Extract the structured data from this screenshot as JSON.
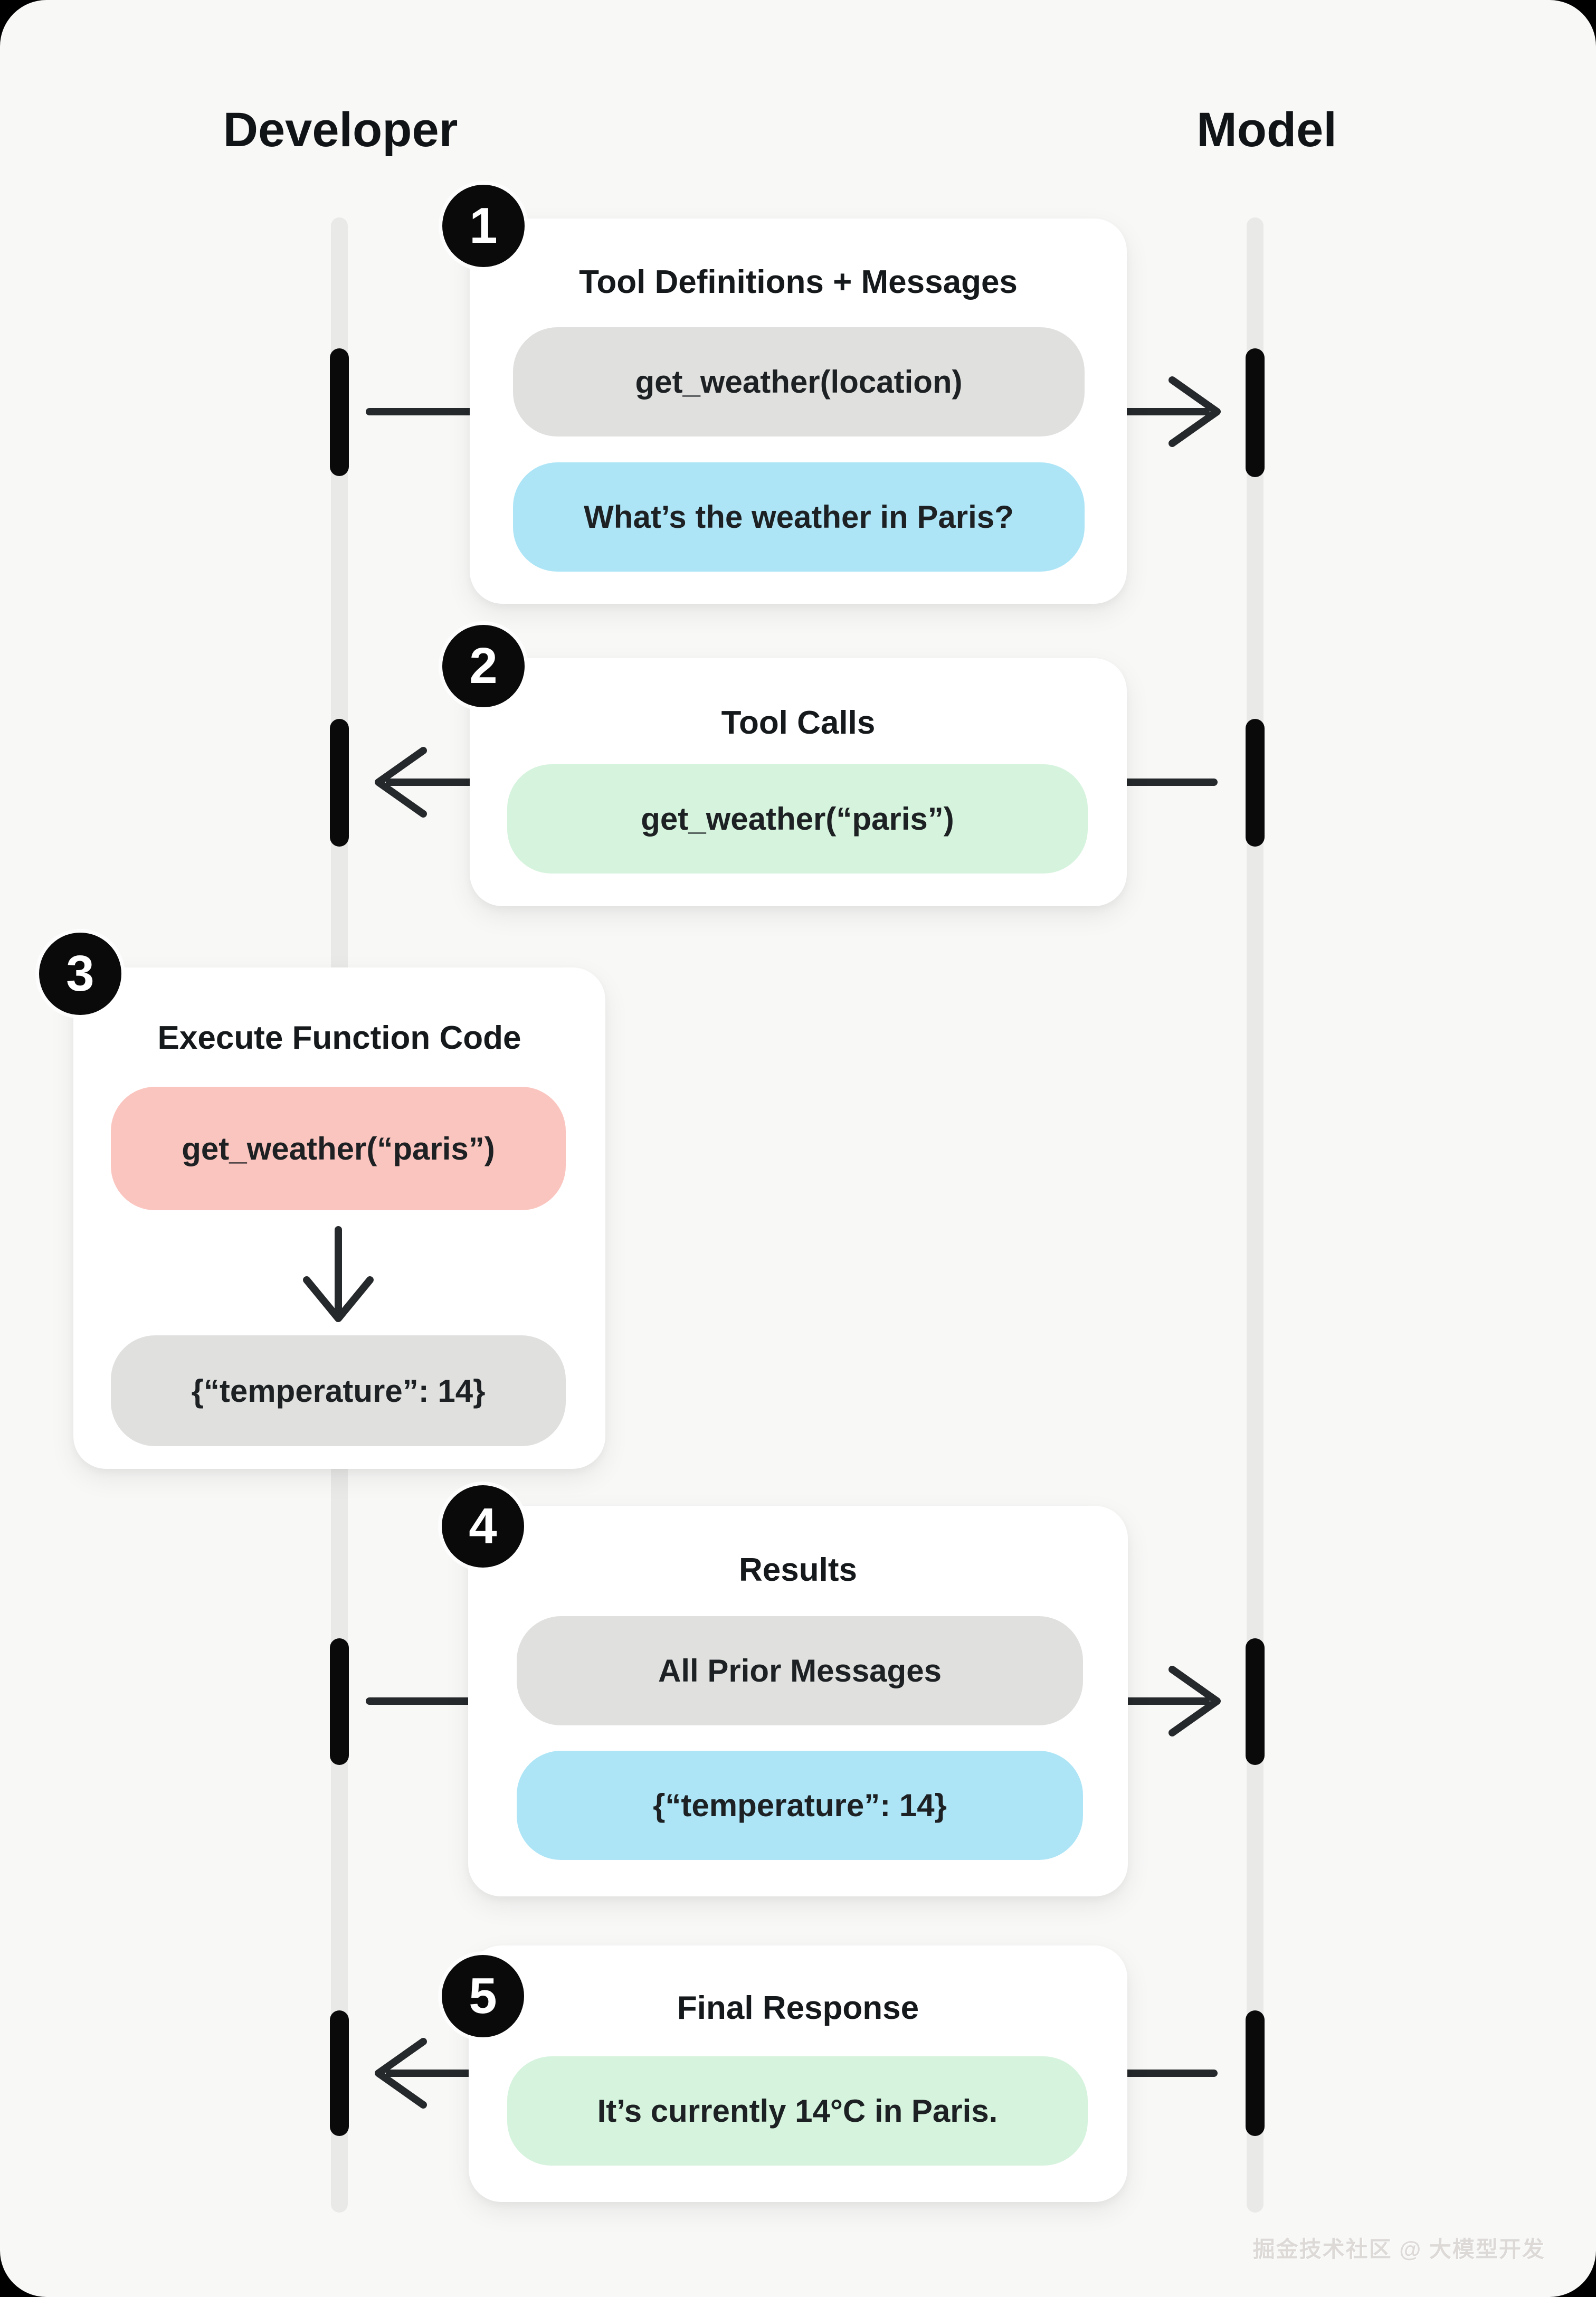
{
  "headers": {
    "developer": "Developer",
    "model": "Model"
  },
  "steps": [
    {
      "number": "1",
      "title": "Tool Definitions + Messages",
      "direction": "developer-to-model",
      "pills": [
        {
          "type": "gray",
          "text": "get_weather(location)"
        },
        {
          "type": "blue",
          "text": "What’s the weather in Paris?"
        }
      ]
    },
    {
      "number": "2",
      "title": "Tool Calls",
      "direction": "model-to-developer",
      "pills": [
        {
          "type": "green",
          "text": "get_weather(“paris”)"
        }
      ]
    },
    {
      "number": "3",
      "title": "Execute Function Code",
      "direction": "local-execution",
      "pills": [
        {
          "type": "pink",
          "text": "get_weather(“paris”)"
        },
        {
          "type": "gray",
          "text": "{“temperature”: 14}"
        }
      ]
    },
    {
      "number": "4",
      "title": "Results",
      "direction": "developer-to-model",
      "pills": [
        {
          "type": "gray",
          "text": "All Prior Messages"
        },
        {
          "type": "blue",
          "text": "{“temperature”: 14}"
        }
      ]
    },
    {
      "number": "5",
      "title": "Final Response",
      "direction": "model-to-developer",
      "pills": [
        {
          "type": "green",
          "text": "It’s currently 14°C in Paris."
        }
      ]
    }
  ],
  "watermark": "掘金技术社区 @ 大模型开发",
  "colors": {
    "background": "#f8f8f7",
    "card": "#ffffff",
    "ink": "#16191b",
    "lifeline": "#e9e9e8",
    "activation_bar": "#0a0a0b",
    "arrow": "#26292b",
    "pill_gray": "#e0e0df",
    "pill_blue": "#ade5f7",
    "pill_green": "#d5f3dd",
    "pill_pink": "#fbc5bf",
    "badge": "#0a0a0b",
    "watermark_text": "#dcd9d7"
  }
}
